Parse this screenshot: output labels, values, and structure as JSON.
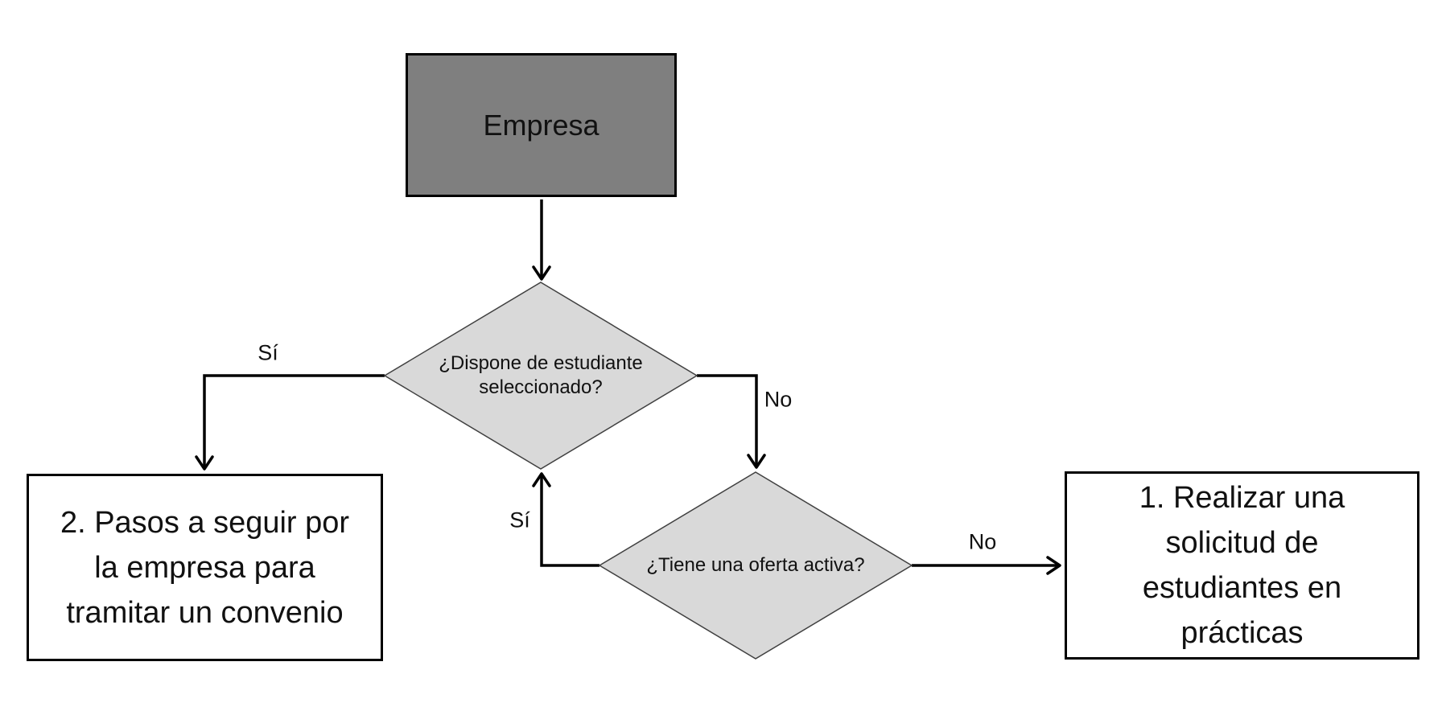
{
  "diagram": {
    "start_node": {
      "label": "Empresa"
    },
    "decision1": {
      "lines": [
        "¿Dispone de estudiante",
        "seleccionado?"
      ]
    },
    "decision2": {
      "label": "¿Tiene una oferta activa?"
    },
    "outcome_left": {
      "lines": [
        "2. Pasos a seguir por",
        "la empresa para",
        "tramitar un convenio"
      ]
    },
    "outcome_right": {
      "lines": [
        "1. Realizar una",
        "solicitud de",
        "estudiantes en",
        "prácticas"
      ]
    },
    "edge_labels": {
      "decision1_yes": "Sí",
      "decision1_no": "No",
      "decision2_yes": "Sí",
      "decision2_no": "No"
    },
    "colors": {
      "process_fill": "#7f7f7f",
      "decision_fill": "#d9d9d9",
      "outcome_fill": "#ffffff",
      "stroke": "#000000",
      "diamond_stroke": "#404040",
      "text": "#111111",
      "background": "#ffffff"
    }
  }
}
